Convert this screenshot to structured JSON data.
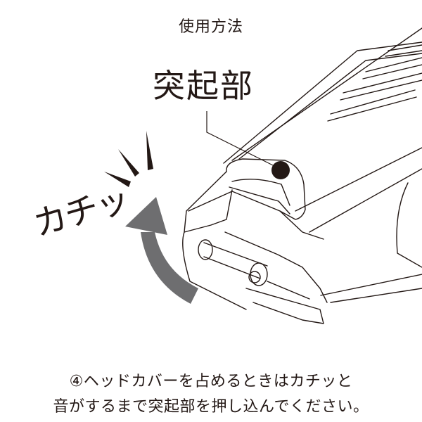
{
  "title": "使用方法",
  "callout_label": "突起部",
  "sound_label": "カチッ",
  "instruction": {
    "line1": "④ヘッドカバーを占めるときはカチッと",
    "line2": "音がするまで突起部を押し込んでください。"
  },
  "colors": {
    "line": "#231815",
    "arrow": "#6e6e70",
    "background": "#ffffff"
  },
  "icons": [
    "curved-arrow-icon",
    "burst-lines-icon",
    "callout-dot-icon"
  ]
}
